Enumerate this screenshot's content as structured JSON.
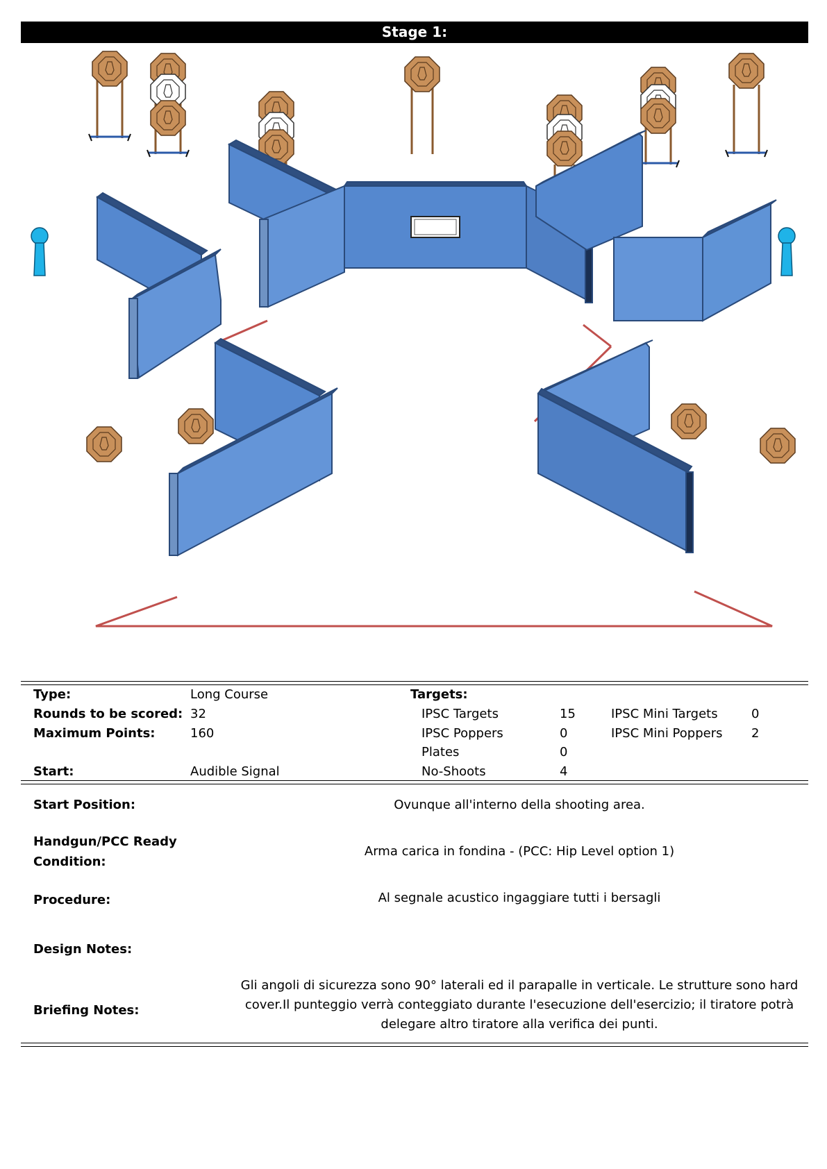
{
  "stage": {
    "title": "Stage 1:"
  },
  "summary": {
    "type_label": "Type:",
    "type_value": "Long Course",
    "rounds_label": "Rounds to be scored:",
    "rounds_value": "32",
    "points_label": "Maximum Points:",
    "points_value": "160",
    "start_label": "Start:",
    "start_value": "Audible Signal",
    "targets_label": "Targets:",
    "targets": [
      {
        "name": "IPSC Targets",
        "count": "15"
      },
      {
        "name": "IPSC Poppers",
        "count": "0"
      },
      {
        "name": "Plates",
        "count": "0"
      },
      {
        "name": "No-Shoots",
        "count": "4"
      }
    ],
    "mini_targets": [
      {
        "name": "IPSC Mini Targets",
        "count": "0"
      },
      {
        "name": "IPSC Mini Poppers",
        "count": "2"
      }
    ]
  },
  "details": {
    "start_position_label": "Start Position:",
    "start_position_value": "Ovunque all'interno della shooting area.",
    "ready_label_1": "Handgun/PCC Ready",
    "ready_label_2": "Condition:",
    "ready_value": "Arma carica in fondina - (PCC: Hip Level option 1)",
    "procedure_label": "Procedure:",
    "procedure_value": "Al segnale acustico ingaggiare tutti i bersagli",
    "design_label": "Design Notes:",
    "design_value": "",
    "briefing_label": "Briefing Notes:",
    "briefing_line_1": "Gli angoli di sicurezza sono 90° laterali ed il parapalle in verticale. Le strutture sono hard",
    "briefing_line_2": "cover.Il punteggio verrà conteggiato durante l'esecuzione dell'esercizio; il tiratore potrà",
    "briefing_line_3": "delegare altro tiratore alla verifica  dei punti."
  },
  "colors": {
    "wall_light": "#6495d8",
    "wall_dark": "#4f7fc4",
    "wall_edge": "#2a4a7a",
    "target": "#c8905a",
    "target_line": "#5a3a1e",
    "fault_line": "#c0504d",
    "popper": "#1fb3e8"
  },
  "icons": [
    "ipsc-target-icon",
    "no-shoot-icon",
    "popper-icon",
    "target-stand-icon"
  ]
}
